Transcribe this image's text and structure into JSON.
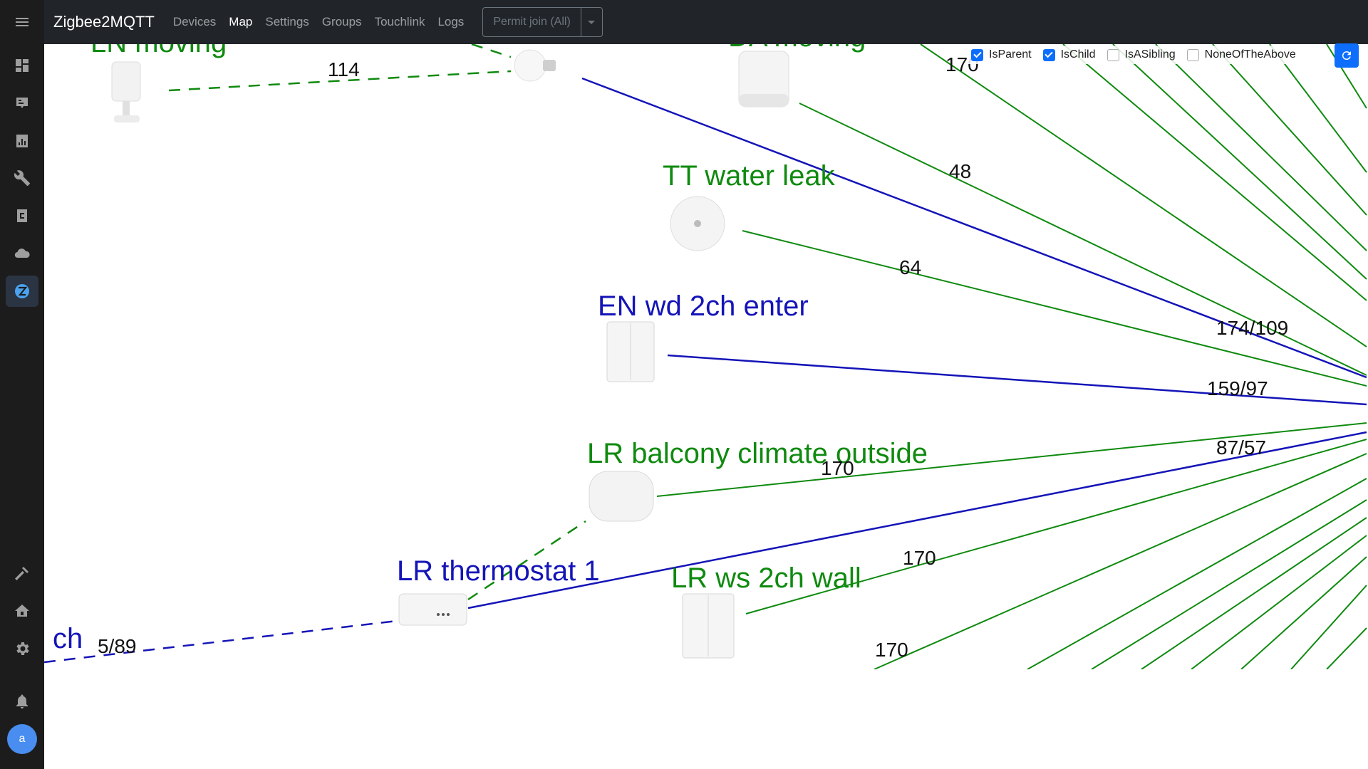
{
  "app": {
    "title": "Zigbee2MQTT"
  },
  "nav": {
    "devices": "Devices",
    "map": "Map",
    "settings": "Settings",
    "groups": "Groups",
    "touchlink": "Touchlink",
    "logs": "Logs",
    "permit_join": "Permit join (All)"
  },
  "filters": {
    "is_parent": {
      "label": "IsParent",
      "checked": true
    },
    "is_child": {
      "label": "IsChild",
      "checked": true
    },
    "is_sibling": {
      "label": "IsASibling",
      "checked": false
    },
    "none": {
      "label": "NoneOfTheAbove",
      "checked": false
    }
  },
  "sidebar": {
    "icons": [
      "menu-icon",
      "dashboard-icon",
      "energy-icon",
      "history-icon",
      "wrench-icon",
      "hacs-icon",
      "cloud-icon",
      "zigbee2mqtt-icon",
      "hammer-icon",
      "home-settings-icon",
      "gear-icon",
      "bell-icon"
    ],
    "avatar_initial": "a"
  },
  "map": {
    "nodes": [
      {
        "label": "LN moving",
        "color": "green"
      },
      {
        "label": "DA moving",
        "color": "green"
      },
      {
        "label": "TT water leak",
        "color": "green"
      },
      {
        "label": "EN wd 2ch enter",
        "color": "blue"
      },
      {
        "label": "LR balcony climate outside",
        "color": "green"
      },
      {
        "label": "LR thermostat 1",
        "color": "blue"
      },
      {
        "label": "LR ws 2ch wall",
        "color": "green"
      },
      {
        "label": "ch",
        "color": "blue"
      }
    ],
    "link_labels": [
      "114",
      "170",
      "48",
      "64",
      "174/109",
      "159/97",
      "87/57",
      "170",
      "170",
      "170",
      "5/89"
    ]
  },
  "colors": {
    "green": "#0f8a0f",
    "blue": "#1414b8",
    "accent": "#0d6efd"
  }
}
